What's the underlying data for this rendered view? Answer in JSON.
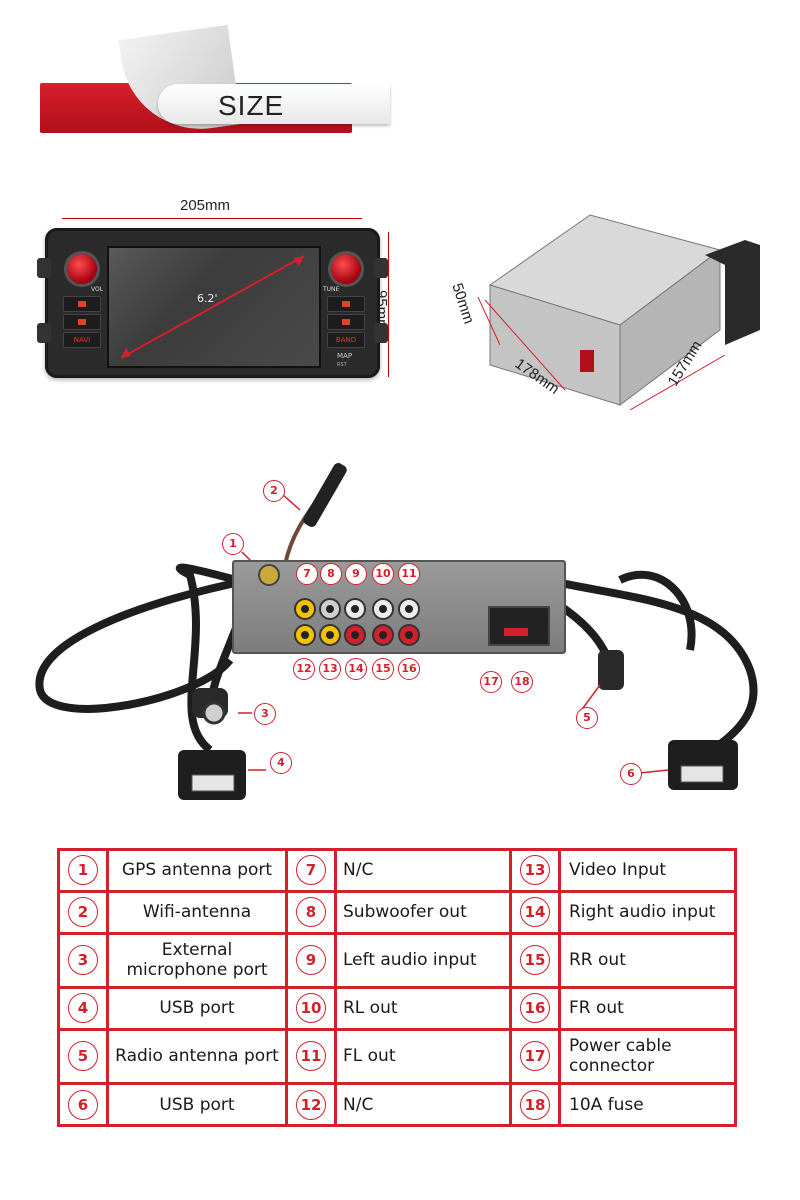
{
  "banner": {
    "title": "SIZE"
  },
  "dimensions": {
    "width": "205mm",
    "height": "95mm",
    "screen": "6.2'",
    "depth_side": "50mm",
    "length": "178mm",
    "depth": "157mm"
  },
  "front_labels": {
    "vol": "VOL",
    "tune": "TUNE",
    "navi": "NAVI",
    "band": "BAND",
    "map": "MAP",
    "rst": "RST"
  },
  "callouts": [
    "1",
    "2",
    "3",
    "4",
    "5",
    "6",
    "7",
    "8",
    "9",
    "10",
    "11",
    "12",
    "13",
    "14",
    "15",
    "16",
    "17",
    "18"
  ],
  "legend": [
    [
      {
        "num": "1",
        "label": "GPS antenna port"
      },
      {
        "num": "7",
        "label": "N/C"
      },
      {
        "num": "13",
        "label": "Video Input"
      }
    ],
    [
      {
        "num": "2",
        "label": "Wifi-antenna"
      },
      {
        "num": "8",
        "label": "Subwoofer out"
      },
      {
        "num": "14",
        "label": "Right audio input"
      }
    ],
    [
      {
        "num": "3",
        "label": "External microphone port"
      },
      {
        "num": "9",
        "label": "Left audio input"
      },
      {
        "num": "15",
        "label": "RR out"
      }
    ],
    [
      {
        "num": "4",
        "label": "USB port"
      },
      {
        "num": "10",
        "label": "RL out"
      },
      {
        "num": "16",
        "label": "FR out"
      }
    ],
    [
      {
        "num": "5",
        "label": "Radio antenna port"
      },
      {
        "num": "11",
        "label": "FL out"
      },
      {
        "num": "17",
        "label": "Power cable connector"
      }
    ],
    [
      {
        "num": "6",
        "label": "USB port"
      },
      {
        "num": "12",
        "label": "N/C"
      },
      {
        "num": "18",
        "label": "10A fuse"
      }
    ]
  ],
  "colors": {
    "accent": "#d4202c",
    "banner_red": "#c41a24"
  }
}
